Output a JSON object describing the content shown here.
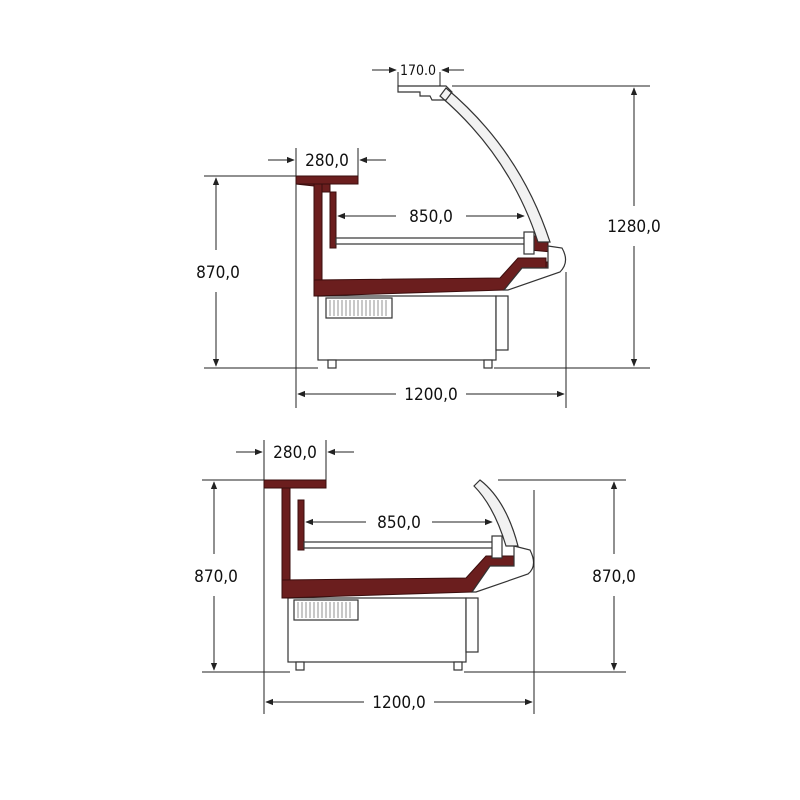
{
  "colors": {
    "frame": "#6b1e1e",
    "line": "#222222",
    "background": "#ffffff"
  },
  "top_view": {
    "dim_glass_top": "170.0",
    "dim_shelf_width": "280,0",
    "dim_inner_depth": "850,0",
    "dim_height": "870,0",
    "dim_total_height": "1280,0",
    "dim_total_width": "1200,0"
  },
  "bottom_view": {
    "dim_shelf_width": "280,0",
    "dim_inner_depth": "850,0",
    "dim_height_left": "870,0",
    "dim_height_right": "870,0",
    "dim_total_width": "1200,0"
  }
}
